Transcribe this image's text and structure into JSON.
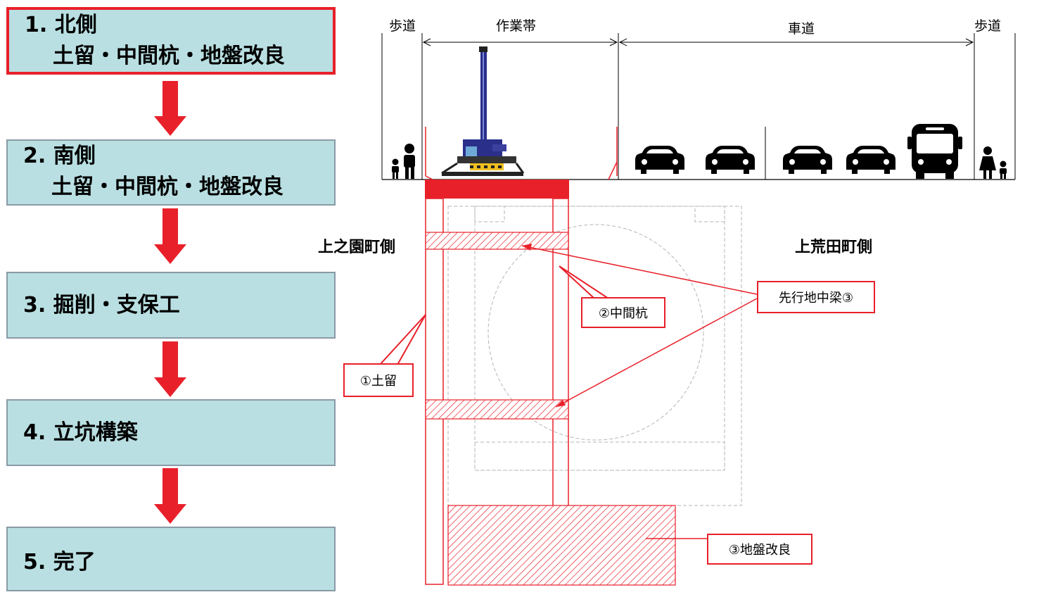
{
  "steps": [
    {
      "line1": "1. 北側",
      "line2": "土留・中間杭・地盤改良"
    },
    {
      "line1": "2. 南側",
      "line2": "土留・中間杭・地盤改良"
    },
    {
      "line1": "3. 掘削・支保工"
    },
    {
      "line1": "4. 立坑構築"
    },
    {
      "line1": "5. 完了"
    }
  ],
  "section": {
    "sidewalk_left": "歩道",
    "work_zone": "作業帯",
    "roadway": "車道",
    "sidewalk_right": "歩道"
  },
  "sides": {
    "left": "上之園町側",
    "right": "上荒田町側"
  },
  "callouts": {
    "earth_retaining": "①土留",
    "intermediate_pile": "②中間杭",
    "ground_beam": "先行地中梁③",
    "ground_improvement": "③地盤改良"
  },
  "colors": {
    "accent": "#e8202a",
    "step_fill": "#b9dfe2",
    "step_border": "#8a9aa6"
  }
}
